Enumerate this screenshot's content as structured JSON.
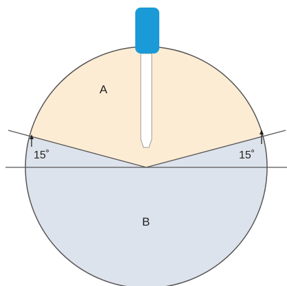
{
  "diagram": {
    "region_a_label": "A",
    "region_b_label": "B",
    "angle_left_label": "15˚",
    "angle_right_label": "15˚"
  },
  "colors": {
    "region_a_fill": "#fdecd4",
    "region_b_fill": "#dde3ec",
    "outline": "#555555",
    "dropper_bulb": "#1a9ad6",
    "dropper_tube": "#ffffff"
  },
  "icons": {
    "dropper": "pipette-icon"
  }
}
